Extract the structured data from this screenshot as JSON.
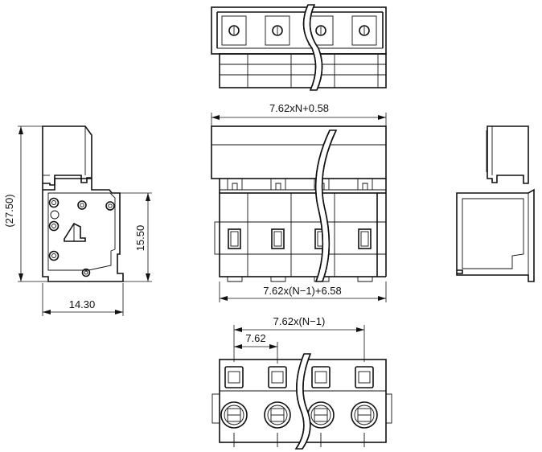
{
  "dimensions": {
    "overall_length": "7.62xN+0.58",
    "body_length": "7.62x(N−1)+6.58",
    "pitch_span": "7.62x(N−1)",
    "pitch": "7.62",
    "total_height": "(27.50)",
    "body_height": "15.50",
    "depth": "14.30"
  },
  "colors": {
    "line": "#111111",
    "background": "#ffffff"
  }
}
